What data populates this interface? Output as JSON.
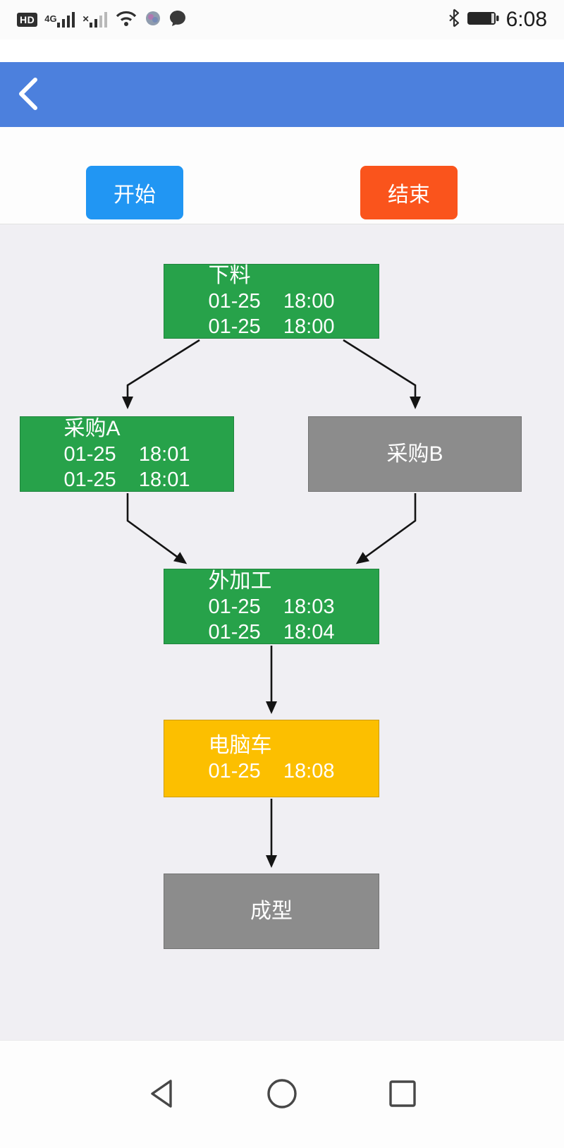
{
  "status_bar": {
    "time": "6:08",
    "hd_label": "HD",
    "network_label": "4G",
    "no_signal_label": "✕"
  },
  "toolbar": {
    "start_label": "开始",
    "end_label": "结束",
    "start_color": "#2196f3",
    "end_color": "#fa541c"
  },
  "flowchart": {
    "background": "#f0eff3",
    "nodes": [
      {
        "id": "node-xialiao",
        "label": "下料",
        "lines": [
          "01-25    18:00",
          "01-25    18:00"
        ],
        "color": "#27a24a"
      },
      {
        "id": "node-caigou-a",
        "label": "采购A",
        "lines": [
          "01-25    18:01",
          "01-25    18:01"
        ],
        "color": "#27a24a"
      },
      {
        "id": "node-caigou-b",
        "label": "采购B",
        "lines": [],
        "color": "#8c8c8c"
      },
      {
        "id": "node-waijiagong",
        "label": "外加工",
        "lines": [
          "01-25    18:03",
          "01-25    18:04"
        ],
        "color": "#27a24a"
      },
      {
        "id": "node-diannaoche",
        "label": "电脑车",
        "lines": [
          "01-25    18:08"
        ],
        "color": "#fcbf00"
      },
      {
        "id": "node-chengxing",
        "label": "成型",
        "lines": [],
        "color": "#8c8c8c"
      }
    ],
    "edges": [
      {
        "from": "node-xialiao",
        "to": "node-caigou-a"
      },
      {
        "from": "node-xialiao",
        "to": "node-caigou-b"
      },
      {
        "from": "node-caigou-a",
        "to": "node-waijiagong"
      },
      {
        "from": "node-caigou-b",
        "to": "node-waijiagong"
      },
      {
        "from": "node-waijiagong",
        "to": "node-diannaoche"
      },
      {
        "from": "node-diannaoche",
        "to": "node-chengxing"
      }
    ]
  }
}
